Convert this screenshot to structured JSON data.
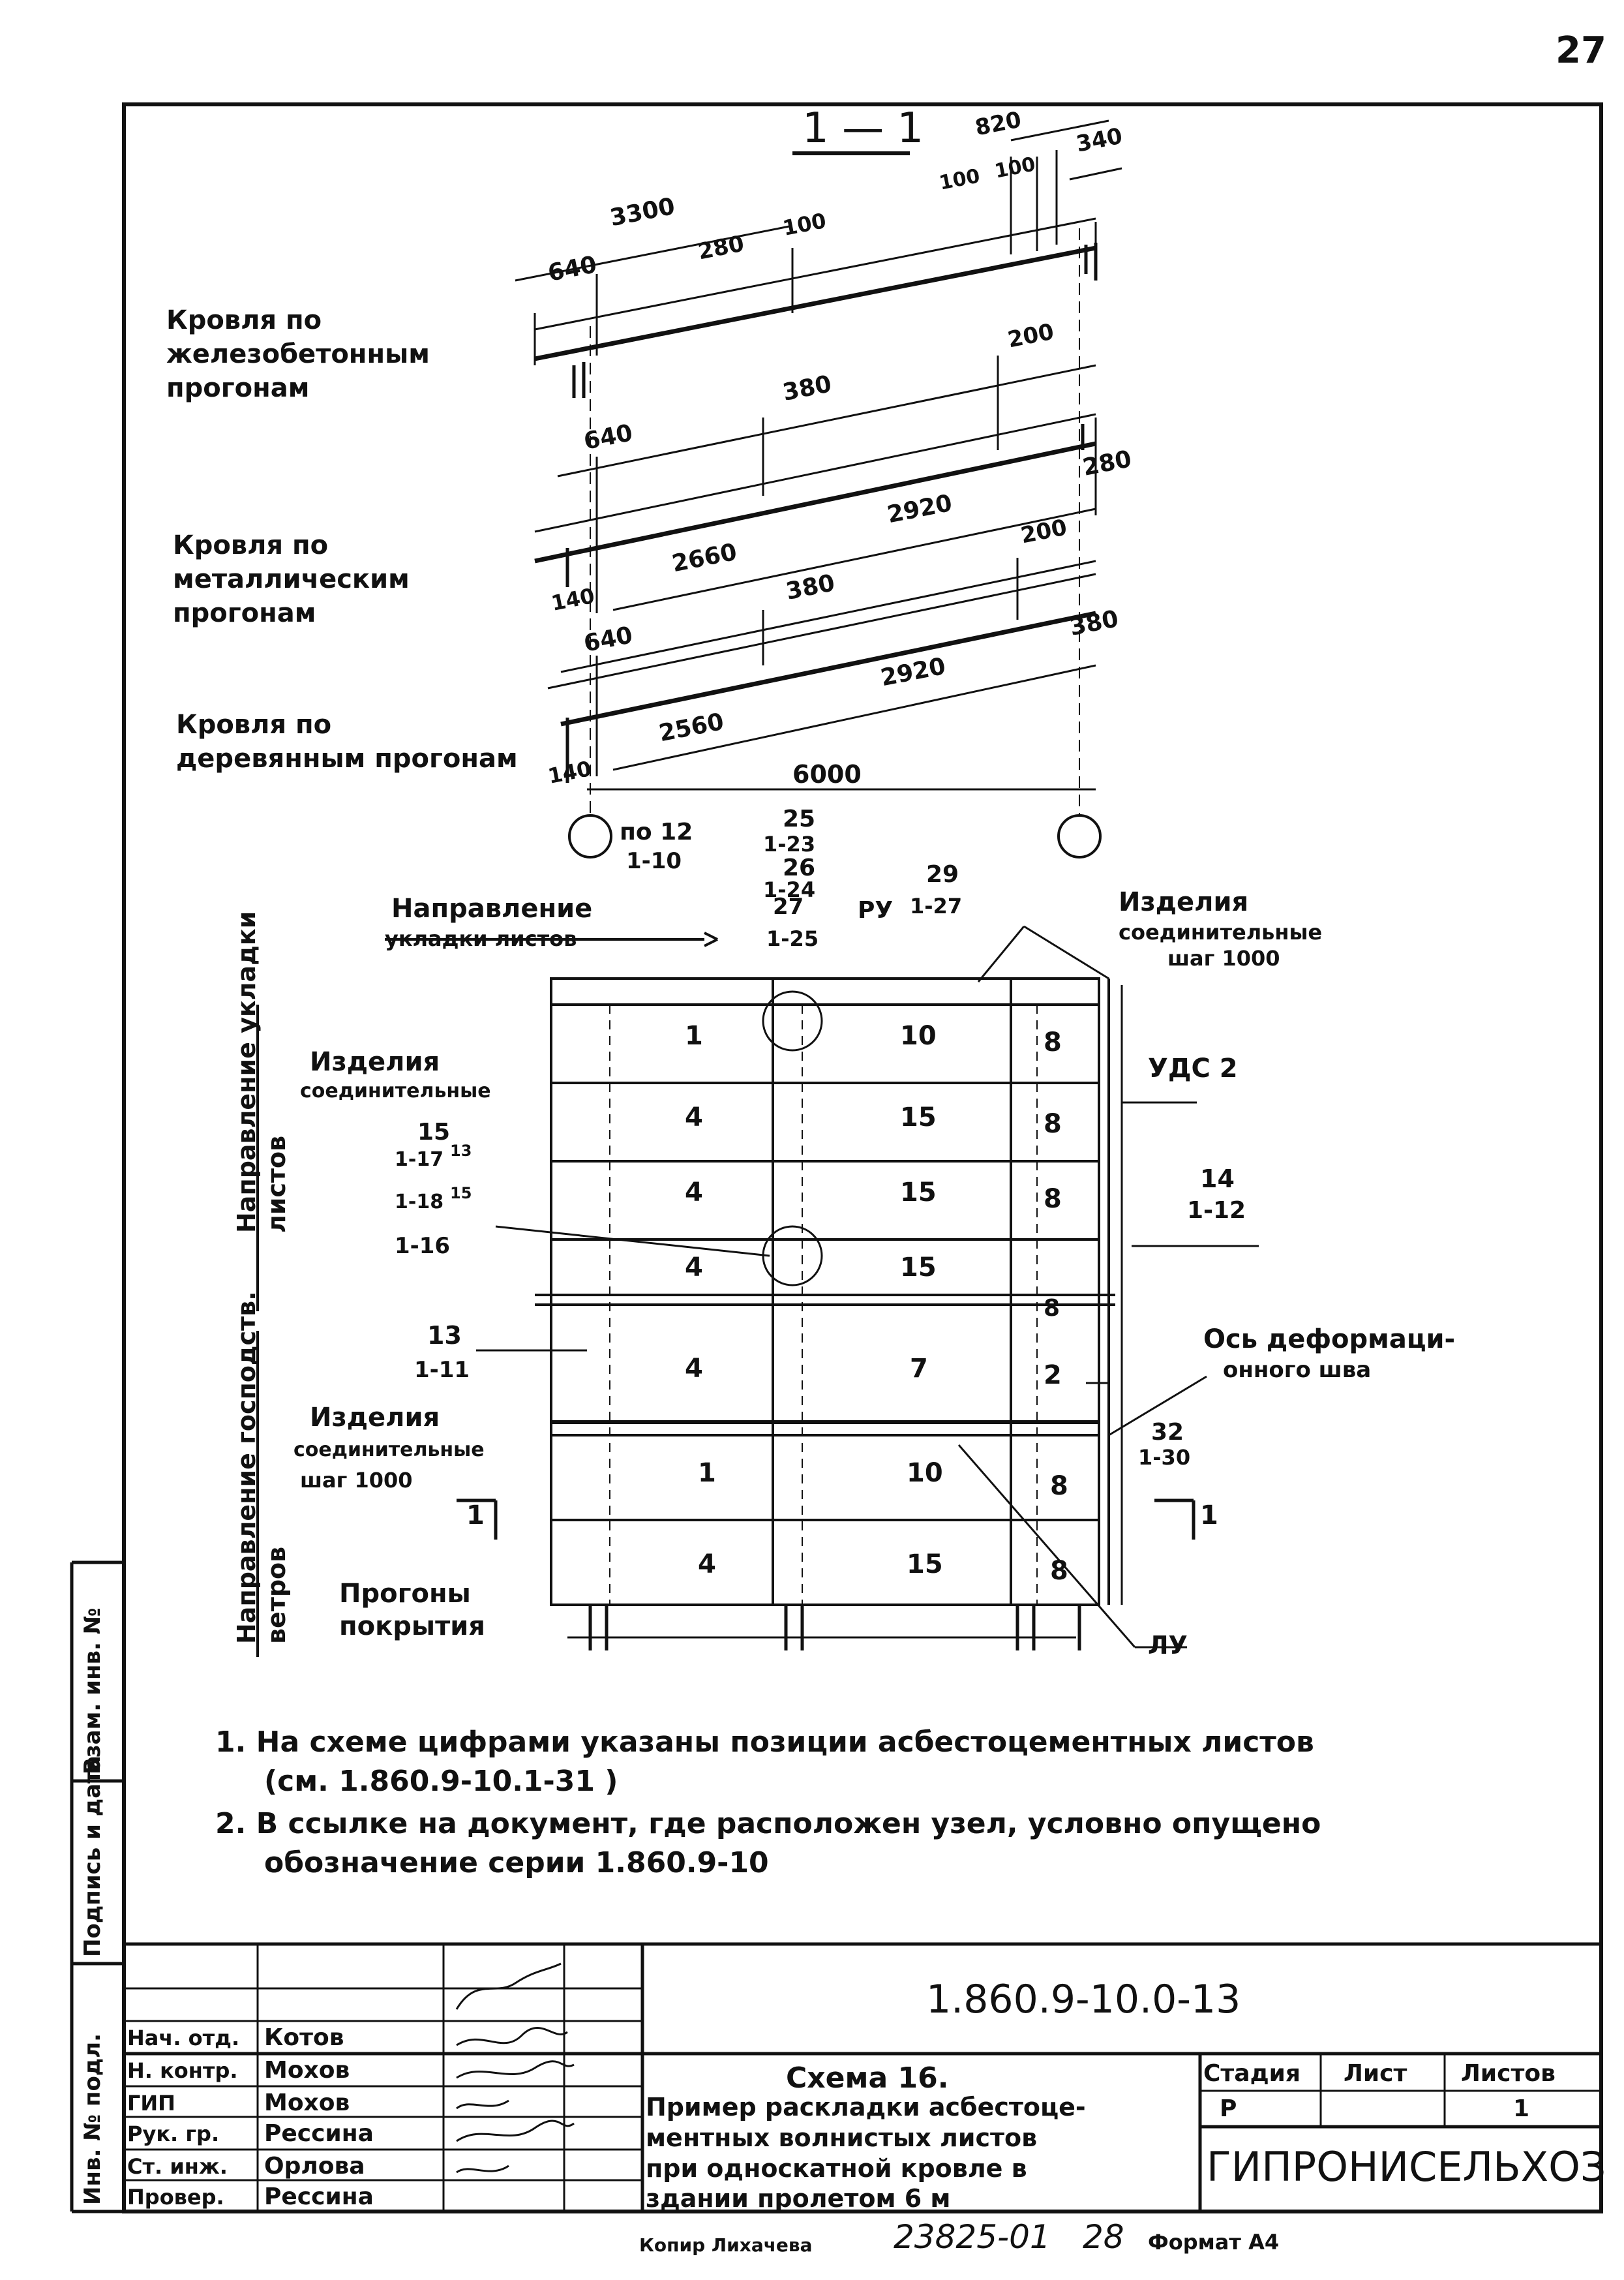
{
  "page_number": "27",
  "section_mark": "1 — 1",
  "roof_labels": [
    "Кровля по железобетонным прогонам",
    "Кровля по металлическим прогонам",
    "Кровля по деревянным прогонам"
  ],
  "dims": {
    "d3300": "3300",
    "d640a": "640",
    "d280": "280",
    "d100a": "100",
    "d820": "820",
    "d340": "340",
    "d100b": "100",
    "d100c": "100",
    "d200a": "200",
    "d380a": "380",
    "d640b": "640",
    "d280b": "280",
    "d2920a": "2920",
    "d2660": "2660",
    "d140a": "140",
    "d200b": "200",
    "d380b": "380",
    "d640c": "640",
    "d380c": "380",
    "d2920b": "2920",
    "d2560": "2560",
    "d140b": "140",
    "d6000": "6000"
  },
  "plan_labels": {
    "direction_sheets_h1": "Направление",
    "direction_sheets_h2": "укладки листов",
    "direction_sheets_v": "Направление укладки листов",
    "direction_winds_v": "Направление господств. ветров",
    "connectors_top_1": "Изделия",
    "connectors_top_2": "соединительные",
    "connectors_top_3": "шаг 1000",
    "connectors_mid_1": "Изделия",
    "connectors_mid_2": "соединительные",
    "connectors_bot_1": "Изделия",
    "connectors_bot_2": "соединительные",
    "connectors_bot_3": "шаг 1000",
    "uds": "УДС 2",
    "ru": "РУ",
    "lu": "ЛУ",
    "purlins_1": "Прогоны",
    "purlins_2": "покрытия",
    "axis_1": "Ось деформаци-",
    "axis_2": "онного шва",
    "cut_left": "1",
    "cut_right": "1"
  },
  "callouts": {
    "po12": "по 12",
    "po12_sub": "1-10",
    "c25": "25",
    "c25_sub": "1-23",
    "c26": "26",
    "c26_sub": "1-24",
    "c27": "27",
    "c27_sub": "1-25",
    "c29": "29",
    "c29_sub": "1-27",
    "c15": "15",
    "c15_a": "1-17",
    "c15_a_sup": "13",
    "c15_b": "1-18",
    "c15_b_sup": "15",
    "c15_c": "1-16",
    "c14": "14",
    "c14_sub": "1-12",
    "c13": "13",
    "c13_sub": "1-11",
    "c32": "32",
    "c32_sub": "1-30"
  },
  "sheet_positions": {
    "r1": [
      "1",
      "10",
      "8"
    ],
    "r2": [
      "4",
      "15",
      "8"
    ],
    "r3": [
      "4",
      "15",
      "8"
    ],
    "r4": [
      "4",
      "15",
      "8"
    ],
    "r5": [
      "4",
      "7",
      "2"
    ],
    "r6": [
      "1",
      "10",
      "8"
    ],
    "r7": [
      "4",
      "15",
      "8"
    ]
  },
  "notes": [
    "1. На схеме цифрами указаны позиции асбестоцементных листов",
    "(см. 1.860.9-10.1-31 )",
    "2. В ссылке на документ, где расположен узел, условно опущено",
    "обозначение серии 1.860.9-10"
  ],
  "margin_stamp": [
    "Инв. № подл.",
    "Подпись и дата",
    "Взам. инв. №"
  ],
  "title_block": {
    "doc_code": "1.860.9-10.0-13",
    "title_1": "Схема 16.",
    "title_2": "Пример раскладки асбестоце-",
    "title_3": "ментных волнистых листов",
    "title_4": "при односкатной кровле в",
    "title_5": "здании пролетом 6 м",
    "stage_label": "Стадия",
    "sheet_label": "Лист",
    "sheets_label": "Листов",
    "stage": "Р",
    "sheet": "",
    "sheets": "1",
    "org": "ГИПРОНИСЕЛЬХОЗ",
    "roles": [
      "Нач. отд.",
      "Н. контр.",
      "ГИП",
      "Рук. гр.",
      "Ст. инж.",
      "Провер."
    ],
    "names": [
      "Котов",
      "Мохов",
      "Мохов",
      "Рессина",
      "Орлова",
      "Рессина"
    ]
  },
  "footer": {
    "copied": "Копир Лихачева",
    "number": "23825-01",
    "sheet_no": "28",
    "format": "Формат А4"
  }
}
